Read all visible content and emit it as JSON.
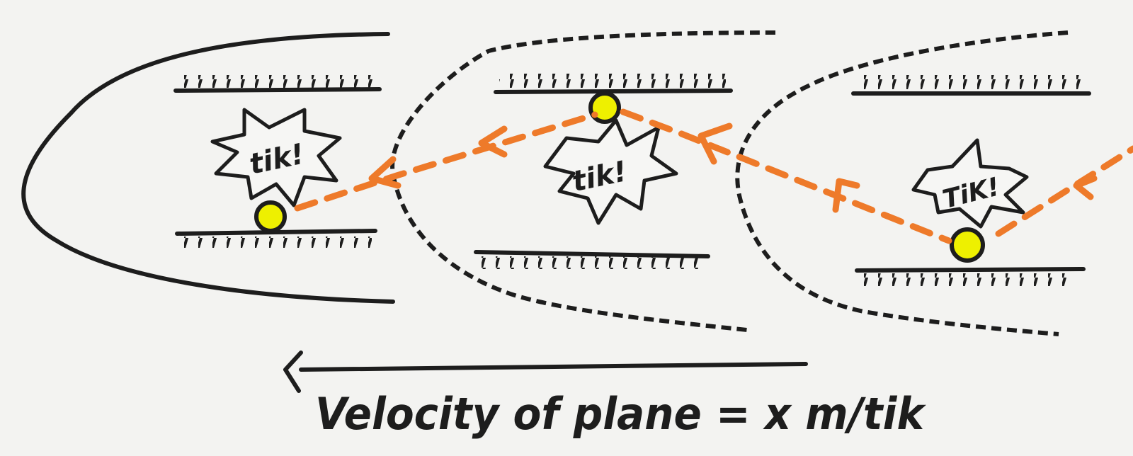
{
  "colors": {
    "ink": "#1d1d1d",
    "beam": "#ee7a2a",
    "ball_fill": "#eef000",
    "background": "#f3f3f1"
  },
  "labels": {
    "tik_1": "tik!",
    "tik_2": "tik!",
    "tik_3": "TiK!",
    "velocity": "Velocity of plane = x m/tik"
  },
  "icons": {
    "ball": "yellow-ball",
    "burst": "star-burst",
    "arrow": "chevron-arrow"
  }
}
